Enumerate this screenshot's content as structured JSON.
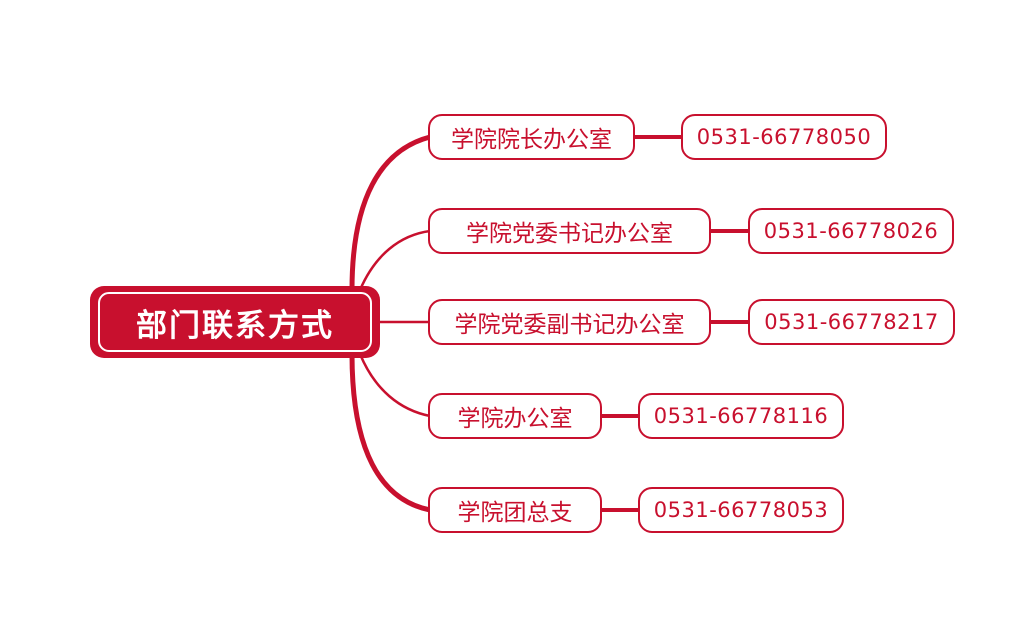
{
  "colors": {
    "accent": "#c8102e"
  },
  "root": {
    "label": "部门联系方式"
  },
  "branches": [
    {
      "label": "学院院长办公室",
      "phone": "0531-66778050"
    },
    {
      "label": "学院党委书记办公室",
      "phone": "0531-66778026"
    },
    {
      "label": "学院党委副书记办公室",
      "phone": "0531-66778217"
    },
    {
      "label": "学院办公室",
      "phone": "0531-66778116"
    },
    {
      "label": "学院团总支",
      "phone": "0531-66778053"
    }
  ]
}
